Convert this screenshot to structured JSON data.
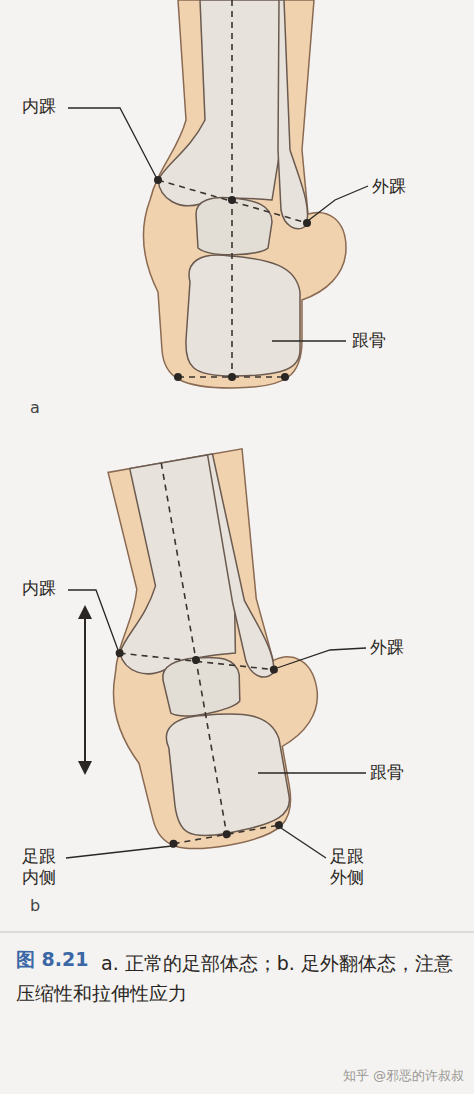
{
  "diagram": {
    "caption": "a. 正常的足部体态；b. 足外翻体态，注意压缩性和拉伸性应力",
    "labels": [
      "内踝",
      "外踝",
      "跟骨",
      "a",
      "内踝",
      "外踝",
      "跟骨",
      "足跟 内侧",
      "足跟 外侧",
      "b",
      "图 8.21",
      "知乎 @邪恶的许叔叔"
    ]
  }
}
